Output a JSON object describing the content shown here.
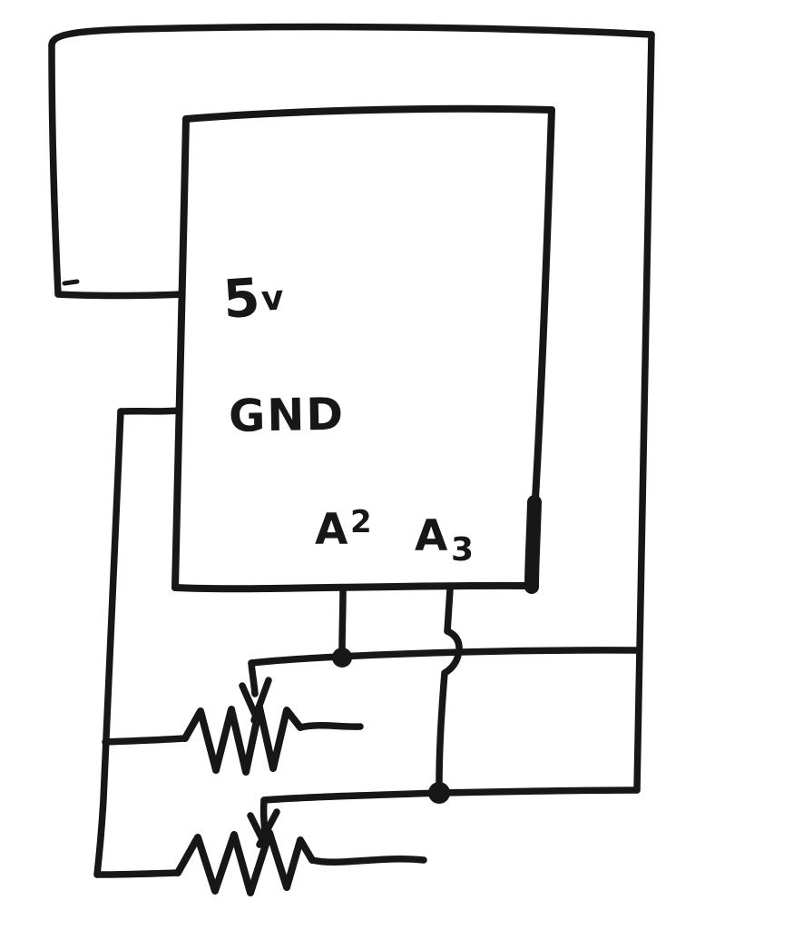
{
  "labels": {
    "pin_5v": {
      "digit": "5",
      "unit": "v"
    },
    "pin_gnd": "GND",
    "pin_a2": {
      "letter": "A",
      "digit": "2"
    },
    "pin_a3": {
      "letter": "A",
      "digit": "3"
    }
  },
  "colors": {
    "ink": "#171717",
    "paper": "#ffffff"
  }
}
